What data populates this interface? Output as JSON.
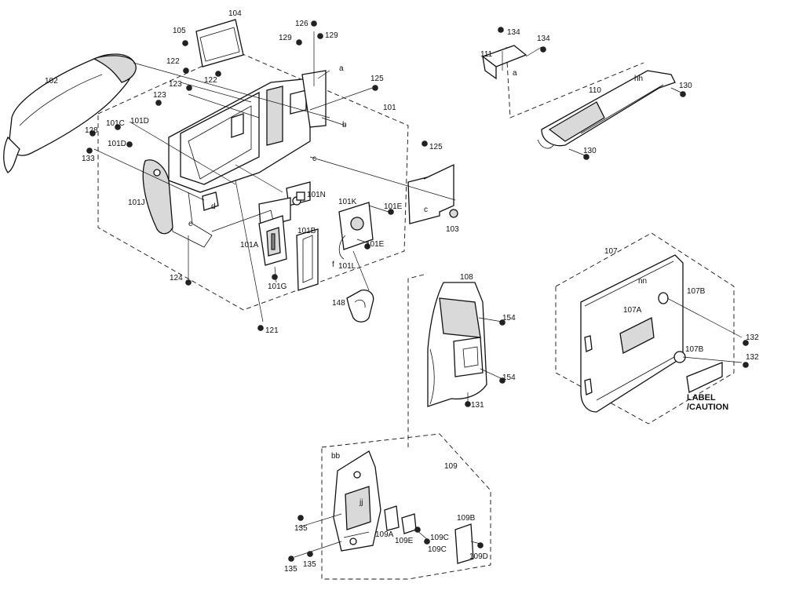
{
  "labels": {
    "p102": "102",
    "p104": "104",
    "p105": "105",
    "p126": "126",
    "p129a": "129",
    "p129b": "129",
    "p122a": "122",
    "p122b": "122",
    "p123a": "123",
    "p123b": "123",
    "p125a": "125",
    "p125b": "125",
    "p101": "101",
    "p101c": "101C",
    "p101d_a": "101D",
    "p101d_b": "101D",
    "p128": "128",
    "p133": "133",
    "p101j": "101J",
    "p101n": "101N",
    "p101k": "101K",
    "p101e_a": "101E",
    "p101e_b": "101E",
    "p101a": "101A",
    "p101b": "101B",
    "p101l": "101L",
    "p101g": "101G",
    "p103": "103",
    "p124": "124",
    "p121": "121",
    "p148": "148",
    "p111": "111",
    "p134a": "134",
    "p134b": "134",
    "p110": "110",
    "p130a": "130",
    "p130b": "130",
    "p108": "108",
    "p154a": "154",
    "p154b": "154",
    "p131": "131",
    "p107": "107",
    "p107a": "107A",
    "p107b_a": "107B",
    "p107b_b": "107B",
    "p132a": "132",
    "p132b": "132",
    "label_caution_1": "LABEL",
    "label_caution_2": "/CAUTION",
    "p109": "109",
    "p109a": "109A",
    "p109b": "109B",
    "p109c_a": "109C",
    "p109c_b": "109C",
    "p109d": "109D",
    "p109e": "109E",
    "p135a": "135",
    "p135b": "135",
    "p135c": "135",
    "ref_a1": "a",
    "ref_a2": "a",
    "ref_b": "b",
    "ref_c1": "c",
    "ref_c2": "c",
    "ref_d": "d",
    "ref_e": "e",
    "ref_f": "f",
    "ref_hh": "hh",
    "ref_nn": "nn",
    "ref_bb": "bb",
    "ref_jj": "jj"
  }
}
